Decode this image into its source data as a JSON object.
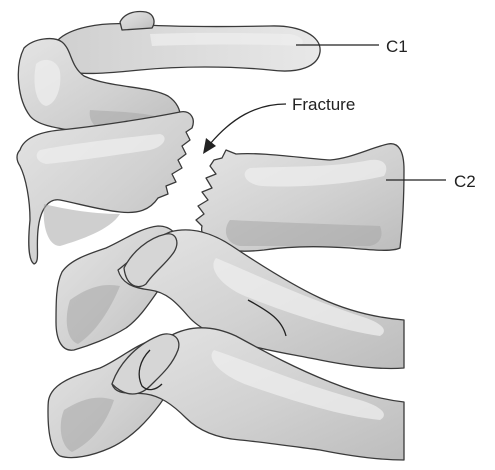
{
  "labels": {
    "c1": "C1",
    "c2": "C2",
    "fracture": "Fracture"
  },
  "colors": {
    "bone_light": "#e6e6e6",
    "bone_mid": "#cfcfcf",
    "bone_dark": "#b5b5b5",
    "outline": "#3a3a3a",
    "text": "#222222"
  }
}
